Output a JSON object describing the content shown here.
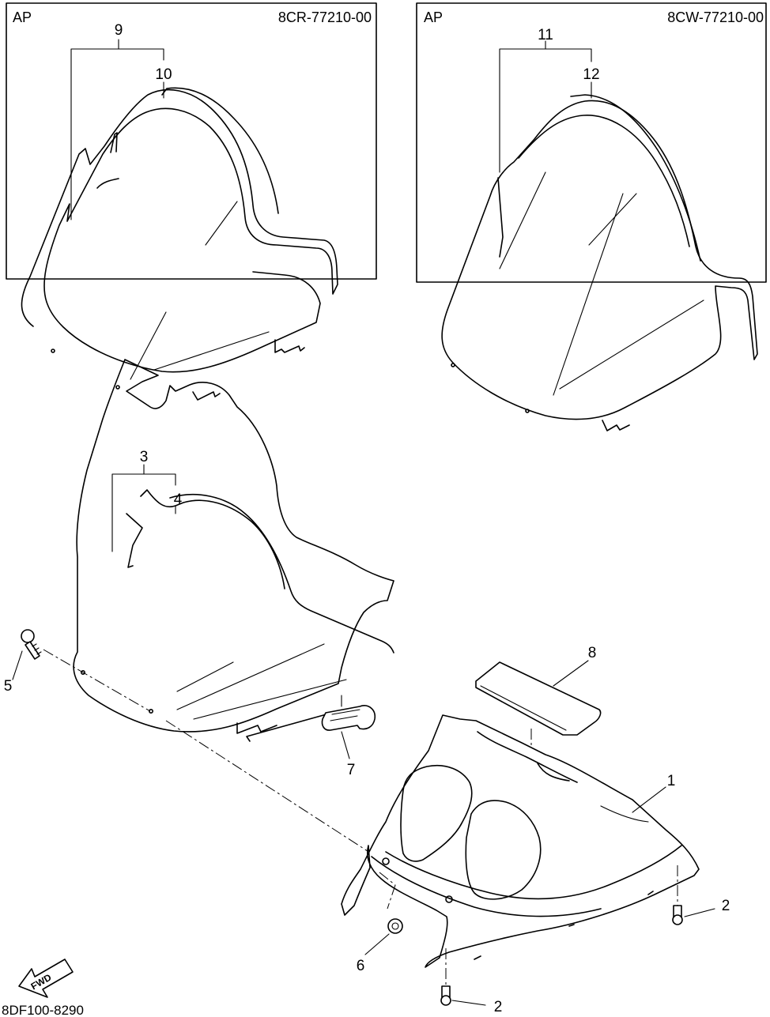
{
  "diagram_id": "8DF100-8290",
  "boxes": [
    {
      "label": "AP",
      "part_number": "8CR-77210-00"
    },
    {
      "label": "AP",
      "part_number": "8CW-77210-00"
    }
  ],
  "fwd_arrow": {
    "label": "FWD",
    "icon": "arrow-icon"
  },
  "callouts": {
    "c1": "1",
    "c2a": "2",
    "c2b": "2",
    "c3": "3",
    "c4": "4",
    "c5": "5",
    "c6": "6",
    "c7": "7",
    "c8": "8",
    "c9": "9",
    "c10": "10",
    "c11": "11",
    "c12": "12"
  }
}
